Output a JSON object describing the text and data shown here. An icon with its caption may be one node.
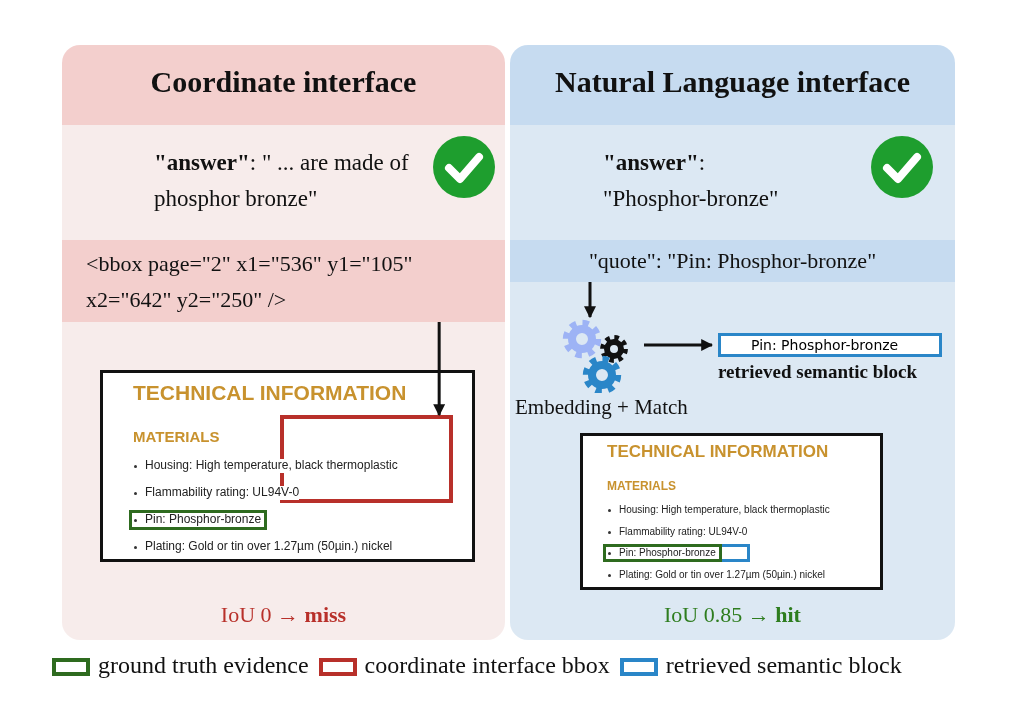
{
  "diagram": {
    "nodes": [
      {
        "text": [
          "Coordinate interface"
        ]
      },
      {
        "text": [
          "**\"answer\"**: \" ... are made of phosphor bronze\""
        ],
        "in": 0
      },
      {
        "text": [
          "<bbox page=\"2\" x1=\"536\" y1=\"105\" x2=\"642\" y2=\"250\" />"
        ],
        "in": 0
      },
      {
        "text": [
          "TECHNICAL INFORMATION",
          "MATERIALS",
          "Housing: High temperature, black thermoplastic",
          "Flammability rating: UL94V-0",
          "Pin: Phosphor-bronze",
          "Plating: Gold or tin over 1.27µm (50µin.) nickel"
        ],
        "in": 0
      },
      {
        "text": [],
        "shape": "box",
        "in": 3
      },
      {
        "text": [
          "Natural Language interface"
        ]
      },
      {
        "text": [
          "**\"answer\"**: \"Phosphor-bronze\""
        ],
        "in": 5
      },
      {
        "text": [
          "\"quote\": \"Pin: Phosphor-bronze\""
        ],
        "in": 5
      },
      {
        "text": [
          "Embedding + Match"
        ],
        "in": 5
      },
      {
        "text": [
          "Pin: Phosphor-bronze"
        ],
        "beside": [
          "retrieved semantic block"
        ],
        "in": 5
      },
      {
        "text": [
          "TECHNICAL INFORMATION",
          "MATERIALS",
          "Housing: High temperature, black thermoplastic",
          "Flammability rating: UL94V-0",
          "Pin: Phosphor-bronze",
          "Plating: Gold or tin over 1.27µm (50µin.) nickel"
        ],
        "in": 5
      }
    ],
    "edges": [
      {
        "from": 2,
        "to": 4,
        "arrow": "to"
      },
      {
        "from": 7,
        "to": 8,
        "arrow": "to"
      },
      {
        "from": 8,
        "to": 9,
        "arrow": "to"
      }
    ],
    "labels": [
      "IoU 0 → **miss**",
      "IoU 0.85 → **hit**"
    ],
    "legend": [
      {
        "text": "ground truth evidence",
        "color": "#2e6b1f"
      },
      {
        "text": "coordinate interface bbox",
        "color": "#b8302a"
      },
      {
        "text": "retrieved semantic block",
        "color": "#2a86c8"
      }
    ]
  }
}
